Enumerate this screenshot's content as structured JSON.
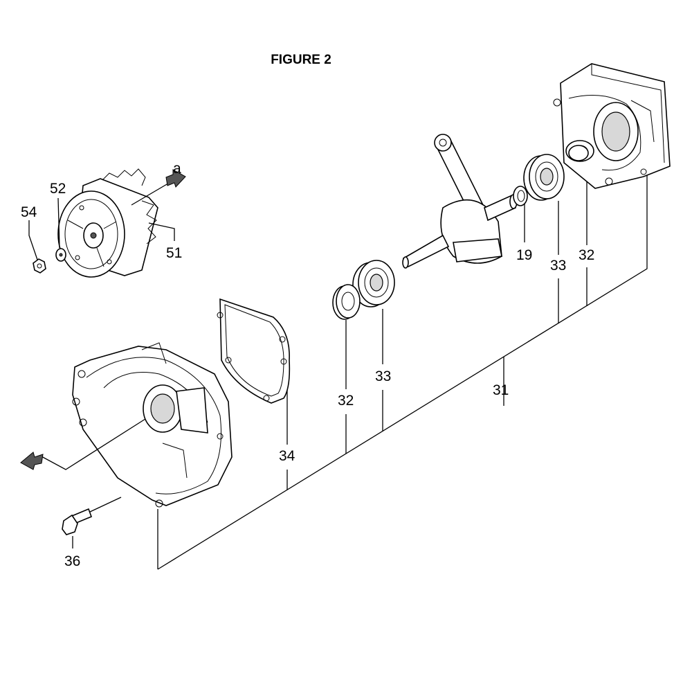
{
  "figure": {
    "title": "FIGURE 2"
  },
  "callouts": {
    "arrow_label": "a",
    "p52": "52",
    "p54": "54",
    "p51": "51",
    "p19": "19",
    "p33_right": "33",
    "p32_right": "32",
    "p32_left": "32",
    "p33_left": "33",
    "p31": "31",
    "p34": "34",
    "p36": "36"
  }
}
